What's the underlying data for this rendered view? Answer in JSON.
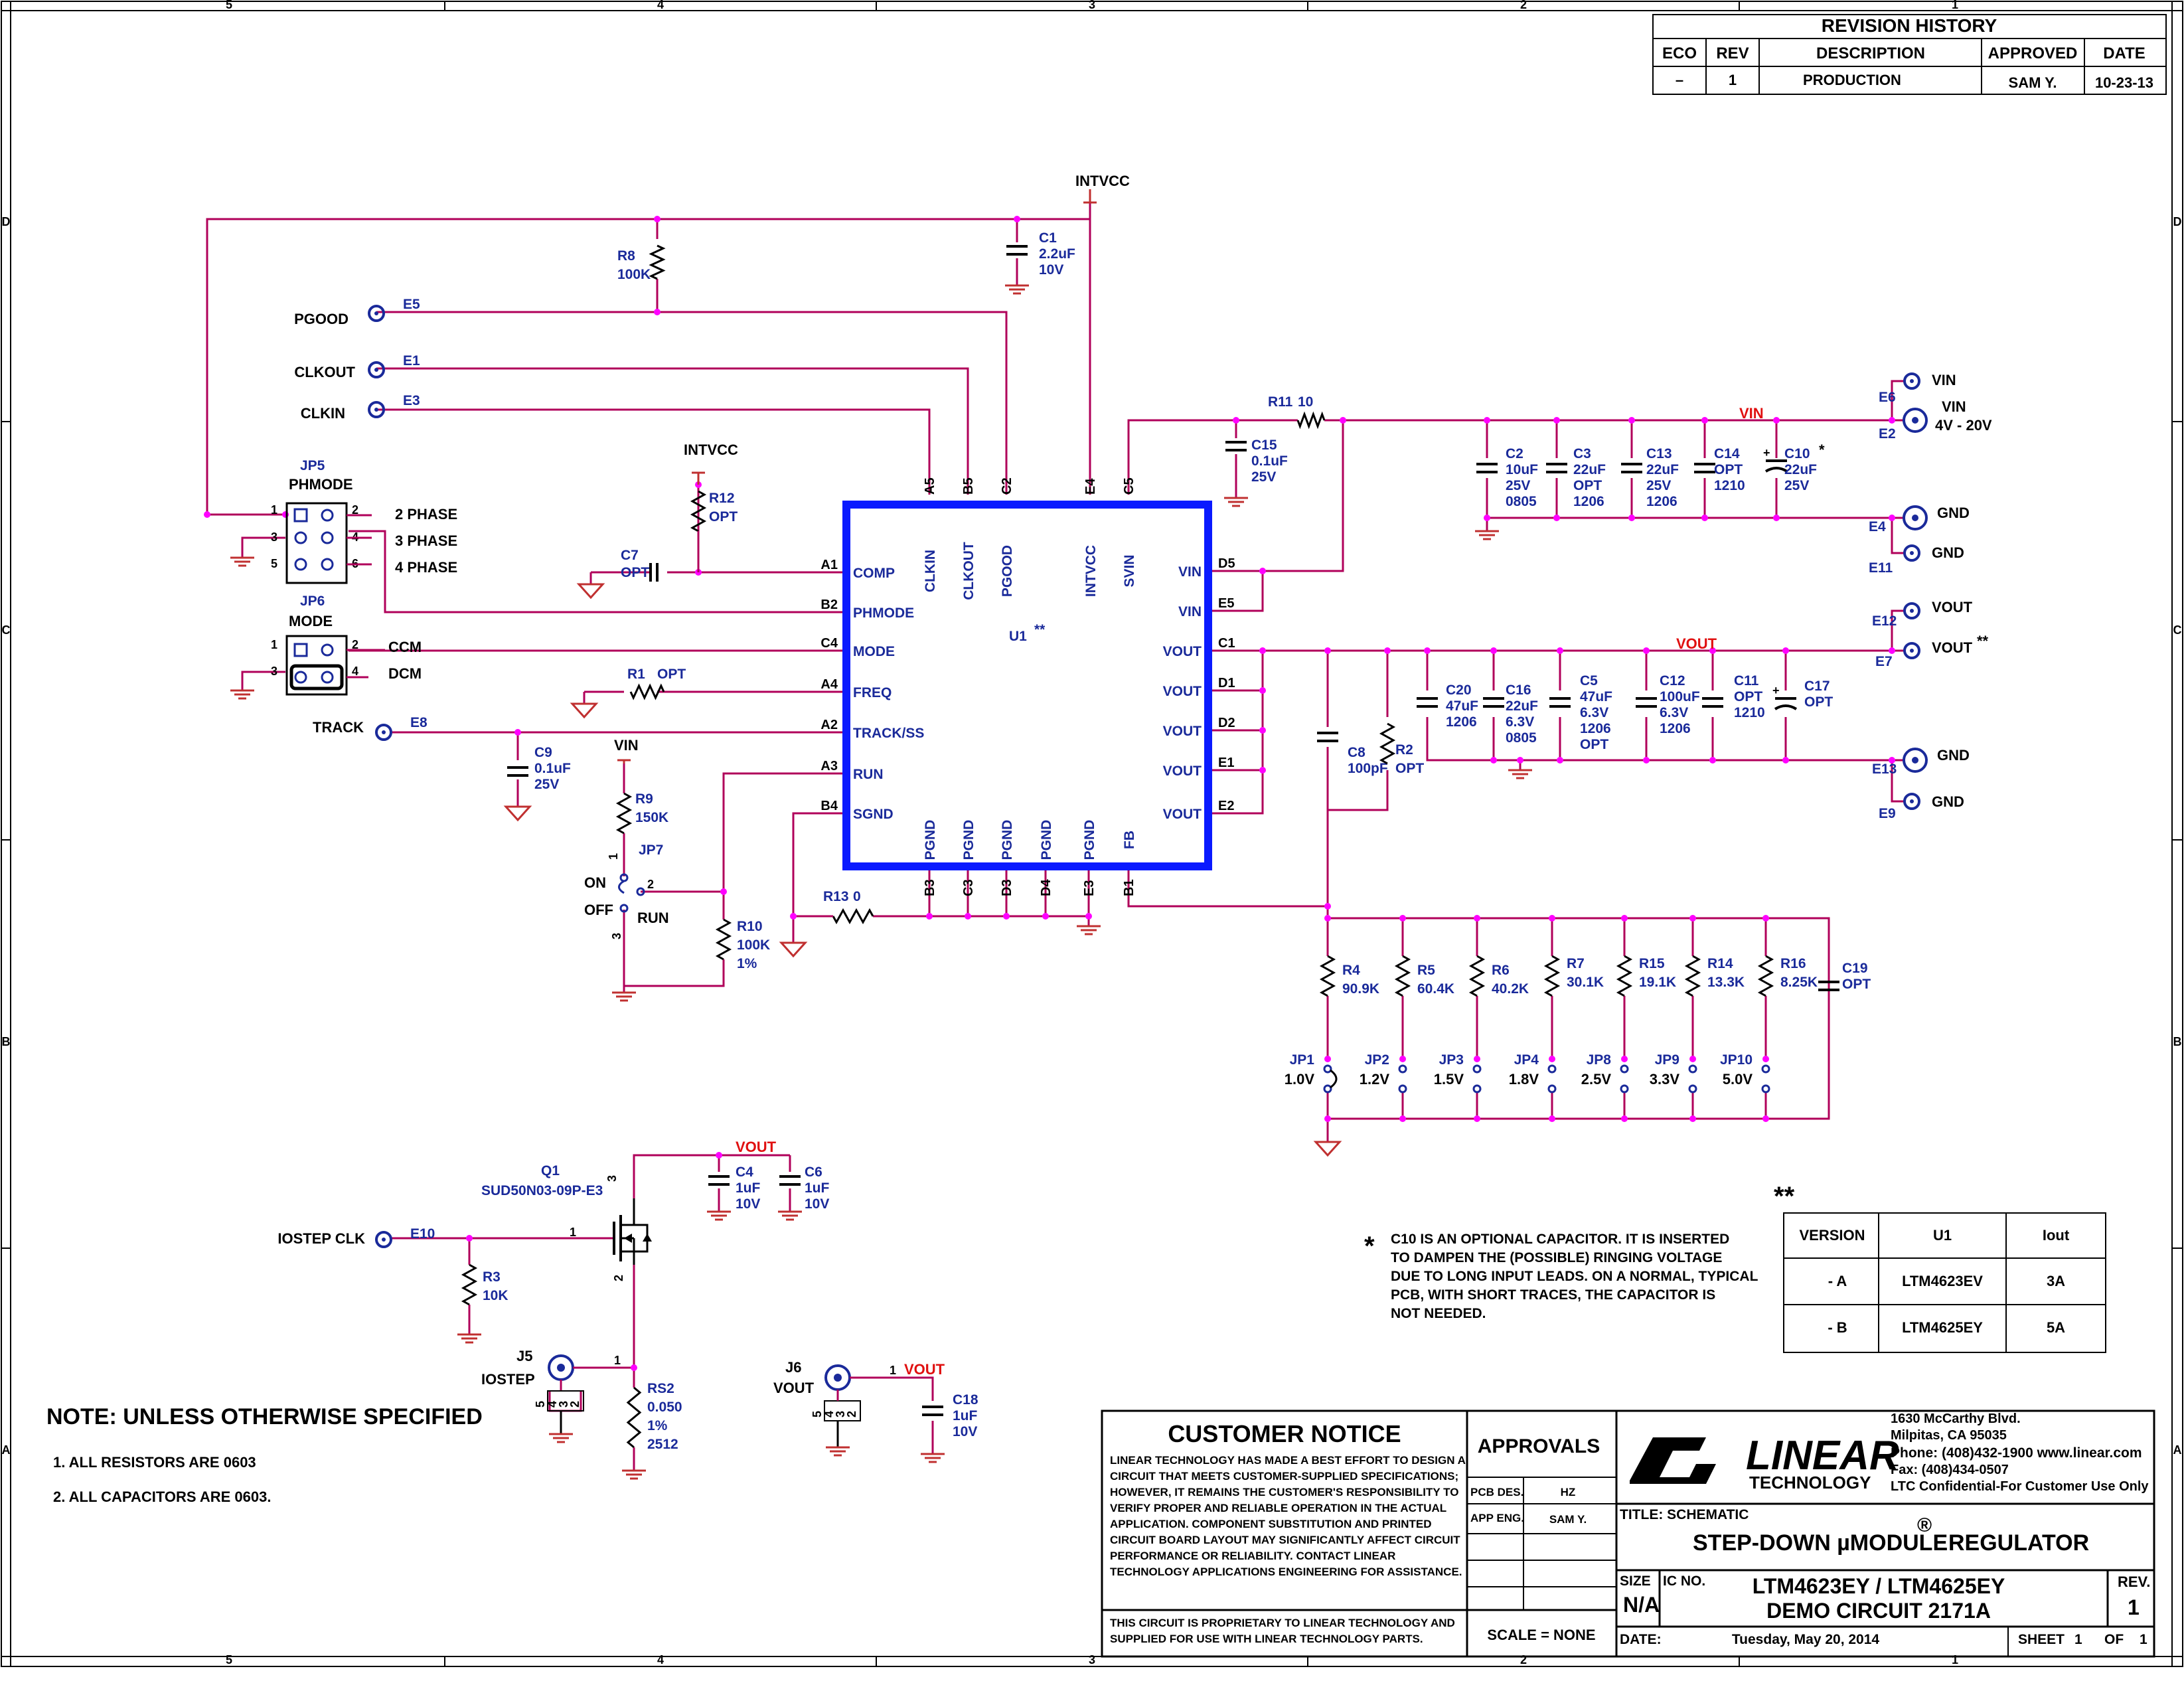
{
  "revision_history": {
    "title": "REVISION HISTORY",
    "headers": [
      "ECO",
      "REV",
      "DESCRIPTION",
      "APPROVED",
      "DATE"
    ],
    "row": [
      "–",
      "1",
      "PRODUCTION",
      "SAM Y.",
      "10-23-13"
    ]
  },
  "border": {
    "cols": [
      "5",
      "4",
      "3",
      "2",
      "1"
    ],
    "rows": [
      "D",
      "C",
      "B",
      "A"
    ]
  },
  "ic": {
    "ref": "U1",
    "stars": "**",
    "top_pins": [
      {
        "num": "A5",
        "name": "CLKIN"
      },
      {
        "num": "B5",
        "name": "CLKOUT"
      },
      {
        "num": "C2",
        "name": "PGOOD"
      },
      {
        "num": "E4",
        "name": "INTVCC"
      },
      {
        "num": "C5",
        "name": "SVIN"
      }
    ],
    "left_pins": [
      {
        "num": "A1",
        "name": "COMP"
      },
      {
        "num": "B2",
        "name": "PHMODE"
      },
      {
        "num": "C4",
        "name": "MODE"
      },
      {
        "num": "A4",
        "name": "FREQ"
      },
      {
        "num": "A2",
        "name": "TRACK/SS"
      },
      {
        "num": "A3",
        "name": "RUN"
      },
      {
        "num": "B4",
        "name": "SGND"
      }
    ],
    "right_pins": [
      {
        "num": "D5",
        "name": "VIN"
      },
      {
        "num": "E5",
        "name": "VIN"
      },
      {
        "num": "C1",
        "name": "VOUT"
      },
      {
        "num": "D1",
        "name": "VOUT"
      },
      {
        "num": "D2",
        "name": "VOUT"
      },
      {
        "num": "E1",
        "name": "VOUT"
      },
      {
        "num": "E2",
        "name": "VOUT"
      }
    ],
    "bottom_pins": [
      {
        "num": "B3",
        "name": "PGND"
      },
      {
        "num": "C3",
        "name": "PGND"
      },
      {
        "num": "D3",
        "name": "PGND"
      },
      {
        "num": "D4",
        "name": "PGND"
      },
      {
        "num": "E3",
        "name": "PGND"
      },
      {
        "num": "B1",
        "name": "FB"
      }
    ]
  },
  "nets": {
    "intvcc_top": "INTVCC",
    "intvcc_left": "INTVCC",
    "vin_bus": "VIN",
    "vout_bus": "VOUT",
    "vin_r9": "VIN",
    "vout_q1": "VOUT",
    "vout_j6": "VOUT"
  },
  "components": {
    "c1": [
      "C1",
      "2.2uF",
      "10V"
    ],
    "r8": [
      "R8",
      "100K"
    ],
    "r12": [
      "R12",
      "OPT"
    ],
    "c7": [
      "C7",
      "OPT"
    ],
    "r1": [
      "R1",
      "OPT"
    ],
    "c9": [
      "C9",
      "0.1uF",
      "25V"
    ],
    "r9": [
      "R9",
      "150K"
    ],
    "r10": [
      "R10",
      "100K",
      "1%"
    ],
    "r13": [
      "R13",
      "0"
    ],
    "r11": [
      "R11",
      "10"
    ],
    "c15": [
      "C15",
      "0.1uF",
      "25V"
    ],
    "c2": [
      "C2",
      "10uF",
      "25V",
      "0805"
    ],
    "c3": [
      "C3",
      "22uF",
      "OPT",
      "1206"
    ],
    "c13": [
      "C13",
      "22uF",
      "25V",
      "1206"
    ],
    "c14": [
      "C14",
      "OPT",
      "1210"
    ],
    "c10": [
      "C10",
      "22uF",
      "25V"
    ],
    "c10_star": "*",
    "c20": [
      "C20",
      "47uF",
      "1206"
    ],
    "c16": [
      "C16",
      "22uF",
      "6.3V",
      "0805"
    ],
    "c5": [
      "C5",
      "47uF",
      "6.3V",
      "1206",
      "OPT"
    ],
    "c12": [
      "C12",
      "100uF",
      "6.3V",
      "1206"
    ],
    "c11": [
      "C11",
      "OPT",
      "1210"
    ],
    "c17": [
      "C17",
      "OPT"
    ],
    "c8": [
      "C8",
      "100pF"
    ],
    "r2": [
      "R2",
      "OPT"
    ],
    "r4": [
      "R4",
      "90.9K"
    ],
    "r5": [
      "R5",
      "60.4K"
    ],
    "r6": [
      "R6",
      "40.2K"
    ],
    "r7": [
      "R7",
      "30.1K"
    ],
    "r15": [
      "R15",
      "19.1K"
    ],
    "r14": [
      "R14",
      "13.3K"
    ],
    "r16": [
      "R16",
      "8.25K"
    ],
    "c19": [
      "C19",
      "OPT"
    ],
    "q1": [
      "Q1",
      "SUD50N03-09P-E3"
    ],
    "c4": [
      "C4",
      "1uF",
      "10V"
    ],
    "c6": [
      "C6",
      "1uF",
      "10V"
    ],
    "r3": [
      "R3",
      "10K"
    ],
    "rs2": [
      "RS2",
      "0.050",
      "1%",
      "2512"
    ],
    "c18": [
      "C18",
      "1uF",
      "10V"
    ]
  },
  "jumpers": [
    {
      "ref": "JP1",
      "v": "1.0V"
    },
    {
      "ref": "JP2",
      "v": "1.2V"
    },
    {
      "ref": "JP3",
      "v": "1.5V"
    },
    {
      "ref": "JP4",
      "v": "1.8V"
    },
    {
      "ref": "JP8",
      "v": "2.5V"
    },
    {
      "ref": "JP9",
      "v": "3.3V"
    },
    {
      "ref": "JP10",
      "v": "5.0V"
    }
  ],
  "jp5": {
    "ref": "JP5",
    "name": "PHMODE",
    "opts": [
      "2 PHASE",
      "3 PHASE",
      "4 PHASE"
    ],
    "pins": [
      "1",
      "2",
      "3",
      "4",
      "5",
      "6"
    ]
  },
  "jp6": {
    "ref": "JP6",
    "name": "MODE",
    "opts": [
      "CCM",
      "DCM"
    ],
    "pins": [
      "1",
      "2",
      "3",
      "4"
    ]
  },
  "jp7": {
    "ref": "JP7",
    "on": "ON",
    "off": "OFF",
    "run": "RUN",
    "pins": [
      "1",
      "2",
      "3"
    ]
  },
  "terminals": {
    "pgood": [
      "PGOOD",
      "E5"
    ],
    "clkout": [
      "CLKOUT",
      "E1"
    ],
    "clkin": [
      "CLKIN",
      "E3"
    ],
    "track": [
      "TRACK",
      "E8"
    ],
    "vin_e6": [
      "VIN",
      "E6"
    ],
    "vin_e2": [
      "VIN",
      "4V - 20V",
      "E2"
    ],
    "gnd_e4": [
      "GND",
      "E4"
    ],
    "gnd_e11": [
      "GND",
      "E11"
    ],
    "vout_e12": [
      "VOUT",
      "E12"
    ],
    "vout_e7": [
      "VOUT",
      "**",
      "E7"
    ],
    "gnd_e13": [
      "GND",
      "E13"
    ],
    "gnd_e9": [
      "GND",
      "E9"
    ],
    "iostep": [
      "IOSTEP CLK",
      "E10"
    ]
  },
  "connectors": {
    "j5": [
      "J5",
      "IOSTEP"
    ],
    "j6": [
      "J6",
      "VOUT"
    ],
    "pins": [
      "5",
      "4",
      "3",
      "2"
    ]
  },
  "pin_numbers": {
    "q1_gate": "1",
    "q1_drain": "3",
    "q1_source": "2",
    "j5_pin": "1",
    "j6_pin": "1"
  },
  "notes": {
    "title": "NOTE: UNLESS OTHERWISE SPECIFIED",
    "items": [
      "1.  ALL RESISTORS ARE 0603",
      "2.  ALL CAPACITORS ARE 0603."
    ]
  },
  "c10_note": {
    "star": "*",
    "lines": [
      "C10  IS AN OPTIONAL CAPACITOR. IT IS INSERTED",
      "TO DAMPEN THE (POSSIBLE) RINGING VOLTAGE",
      "DUE TO LONG INPUT LEADS. ON A NORMAL, TYPICAL",
      "PCB, WITH SHORT TRACES, THE CAPACITOR IS",
      "NOT NEEDED."
    ]
  },
  "version_table": {
    "stars": "**",
    "headers": [
      "VERSION",
      "U1",
      "Iout"
    ],
    "rows": [
      [
        "- A",
        "LTM4623EV",
        "3A"
      ],
      [
        "- B",
        "LTM4625EY",
        "5A"
      ]
    ]
  },
  "title_block": {
    "notice_title": "CUSTOMER NOTICE",
    "notice_lines": [
      "LINEAR TECHNOLOGY HAS MADE A BEST EFFORT TO DESIGN A",
      "CIRCUIT THAT MEETS CUSTOMER-SUPPLIED SPECIFICATIONS;",
      "HOWEVER, IT REMAINS THE CUSTOMER'S RESPONSIBILITY TO",
      "VERIFY PROPER AND RELIABLE OPERATION IN THE ACTUAL",
      "APPLICATION.  COMPONENT SUBSTITUTION AND PRINTED",
      "CIRCUIT BOARD LAYOUT MAY SIGNIFICANTLY AFFECT CIRCUIT",
      "PERFORMANCE OR RELIABILITY.  CONTACT LINEAR",
      "TECHNOLOGY APPLICATIONS ENGINEERING FOR ASSISTANCE."
    ],
    "proprietary": [
      "THIS CIRCUIT IS PROPRIETARY TO LINEAR TECHNOLOGY AND",
      "SUPPLIED FOR USE WITH LINEAR TECHNOLOGY PARTS."
    ],
    "approvals": "APPROVALS",
    "pcb_des": "PCB DES.",
    "pcb_des_val": "HZ",
    "app_eng": "APP ENG.",
    "app_eng_val": "SAM Y.",
    "scale": "SCALE = NONE",
    "logo_main": "LINEAR",
    "logo_sub": "TECHNOLOGY",
    "address": [
      "1630 McCarthy Blvd.",
      "Milpitas, CA 95035",
      "Phone: (408)432-1900  www.linear.com",
      "Fax: (408)434-0507",
      "LTC Confidential-For Customer Use Only"
    ],
    "title_label": "TITLE:  SCHEMATIC",
    "title": "STEP-DOWN µMODULE",
    "reg_mark": "®",
    "title_end": "REGULATOR",
    "size_label": "SIZE",
    "size": "N/A",
    "ic_label": "IC NO.",
    "part": "LTM4623EY / LTM4625EY",
    "demo": "DEMO CIRCUIT 2171A",
    "rev_label": "REV.",
    "rev": "1",
    "date_label": "DATE:",
    "date": "Tuesday, May 20, 2014",
    "sheet_label": "SHEET",
    "sheet": "1",
    "of_label": "OF",
    "of": "1"
  }
}
